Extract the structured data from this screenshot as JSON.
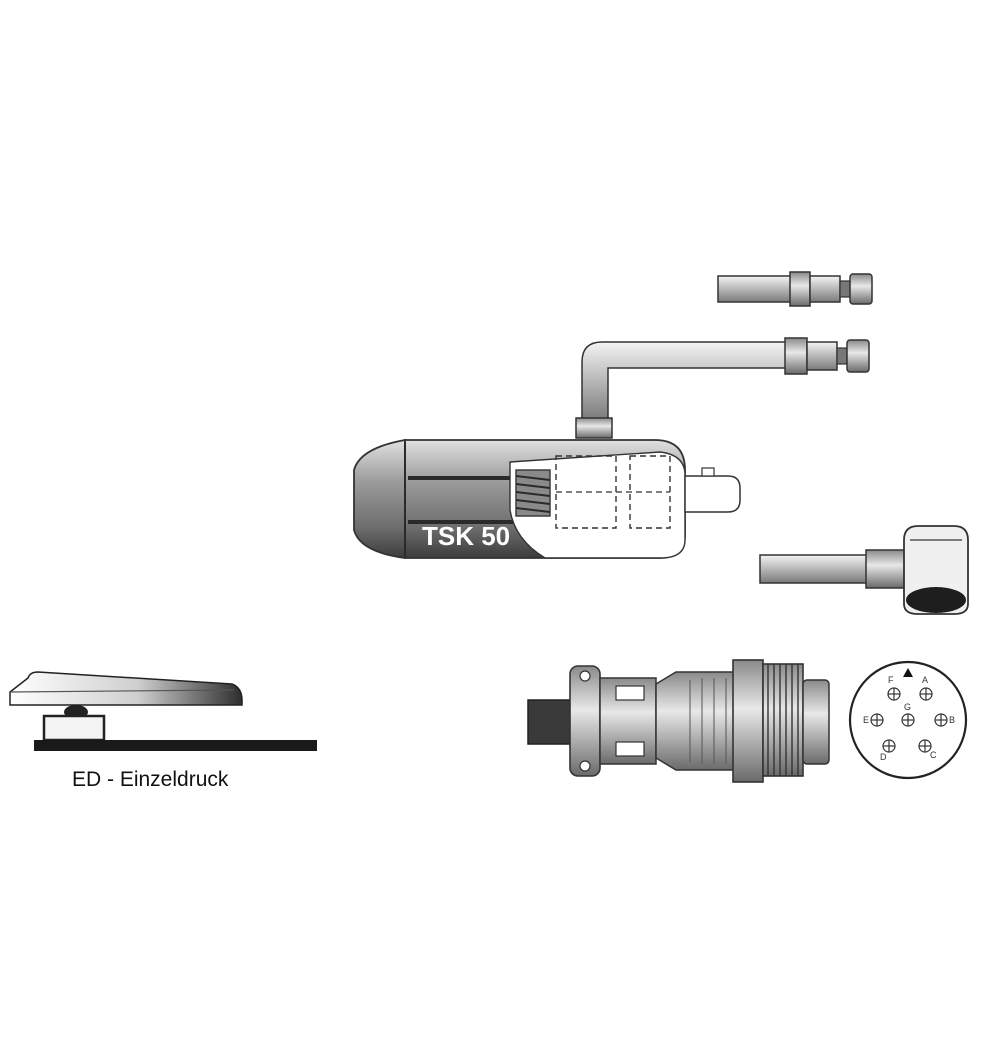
{
  "torch_label": "TSK 50",
  "pedal_caption": "ED - Einzeldruck",
  "connector_pins": [
    "F",
    "A",
    "E",
    "G",
    "B",
    "D",
    "C"
  ],
  "colors": {
    "outline": "#2a2a2a",
    "metal_light": "#f2f2f2",
    "metal_dark": "#4a4a4a",
    "torch_label_color": "#ffffff"
  }
}
